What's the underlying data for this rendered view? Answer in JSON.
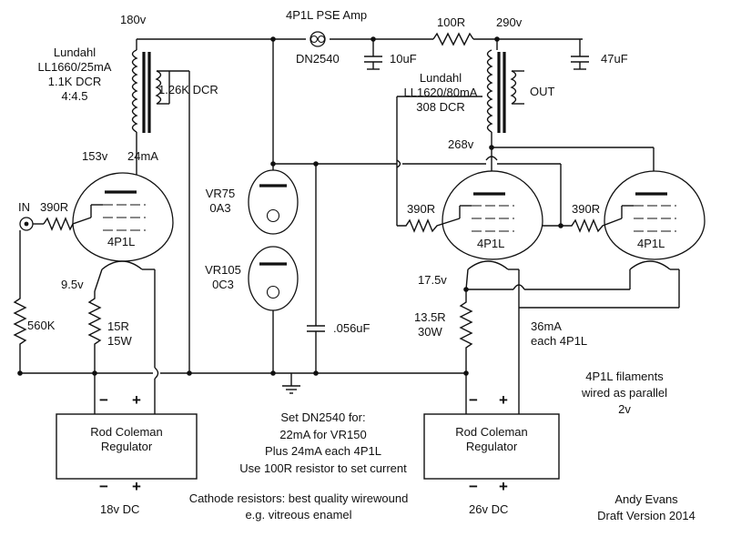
{
  "title": "4P1L PSE Amp",
  "credits": [
    "Andy Evans",
    "Draft Version 2014"
  ],
  "labels": {
    "v180": "180v",
    "dn2540": "DN2540",
    "r100": "100R",
    "v290": "290v",
    "c10": "10uF",
    "c47": "47uF",
    "ll1660": [
      "Lundahl",
      "LL1660/25mA",
      "1.1K DCR",
      "4:4.5"
    ],
    "dcr126": "1.26K DCR",
    "ll1620": [
      "Lundahl",
      "LL1620/80mA",
      "308 DCR"
    ],
    "out": "OUT",
    "v268": "268v",
    "v153": "153v",
    "ma24": "24mA",
    "in": "IN",
    "r390a": "390R",
    "tube1": "4P1L",
    "vr75": [
      "VR75",
      "0A3"
    ],
    "vr105": [
      "VR105",
      "0C3"
    ],
    "r390b": "390R",
    "tube2": "4P1L",
    "r390c": "390R",
    "tube3": "4P1L",
    "v9_5": "9.5v",
    "r560k": "560K",
    "r15": [
      "15R",
      "15W"
    ],
    "c056": ".056uF",
    "v17_5": "17.5v",
    "r13_5": [
      "13.5R",
      "30W"
    ],
    "ma36": [
      "36mA",
      "each 4P1L"
    ],
    "filaments": [
      "4P1L filaments",
      "wired as parallel",
      "2v"
    ],
    "notes": [
      "Set DN2540 for:",
      "22mA for VR150",
      "Plus 24mA each 4P1L",
      "Use 100R resistor to set current"
    ],
    "cathode_note": [
      "Cathode resistors: best quality wirewound",
      "e.g. vitreous enamel"
    ],
    "reg_left": [
      "Rod Coleman",
      "Regulator"
    ],
    "reg_right": [
      "Rod Coleman",
      "Regulator"
    ],
    "dc_left": "18v DC",
    "dc_right": "26v DC",
    "minus": "−",
    "plus": "+"
  }
}
